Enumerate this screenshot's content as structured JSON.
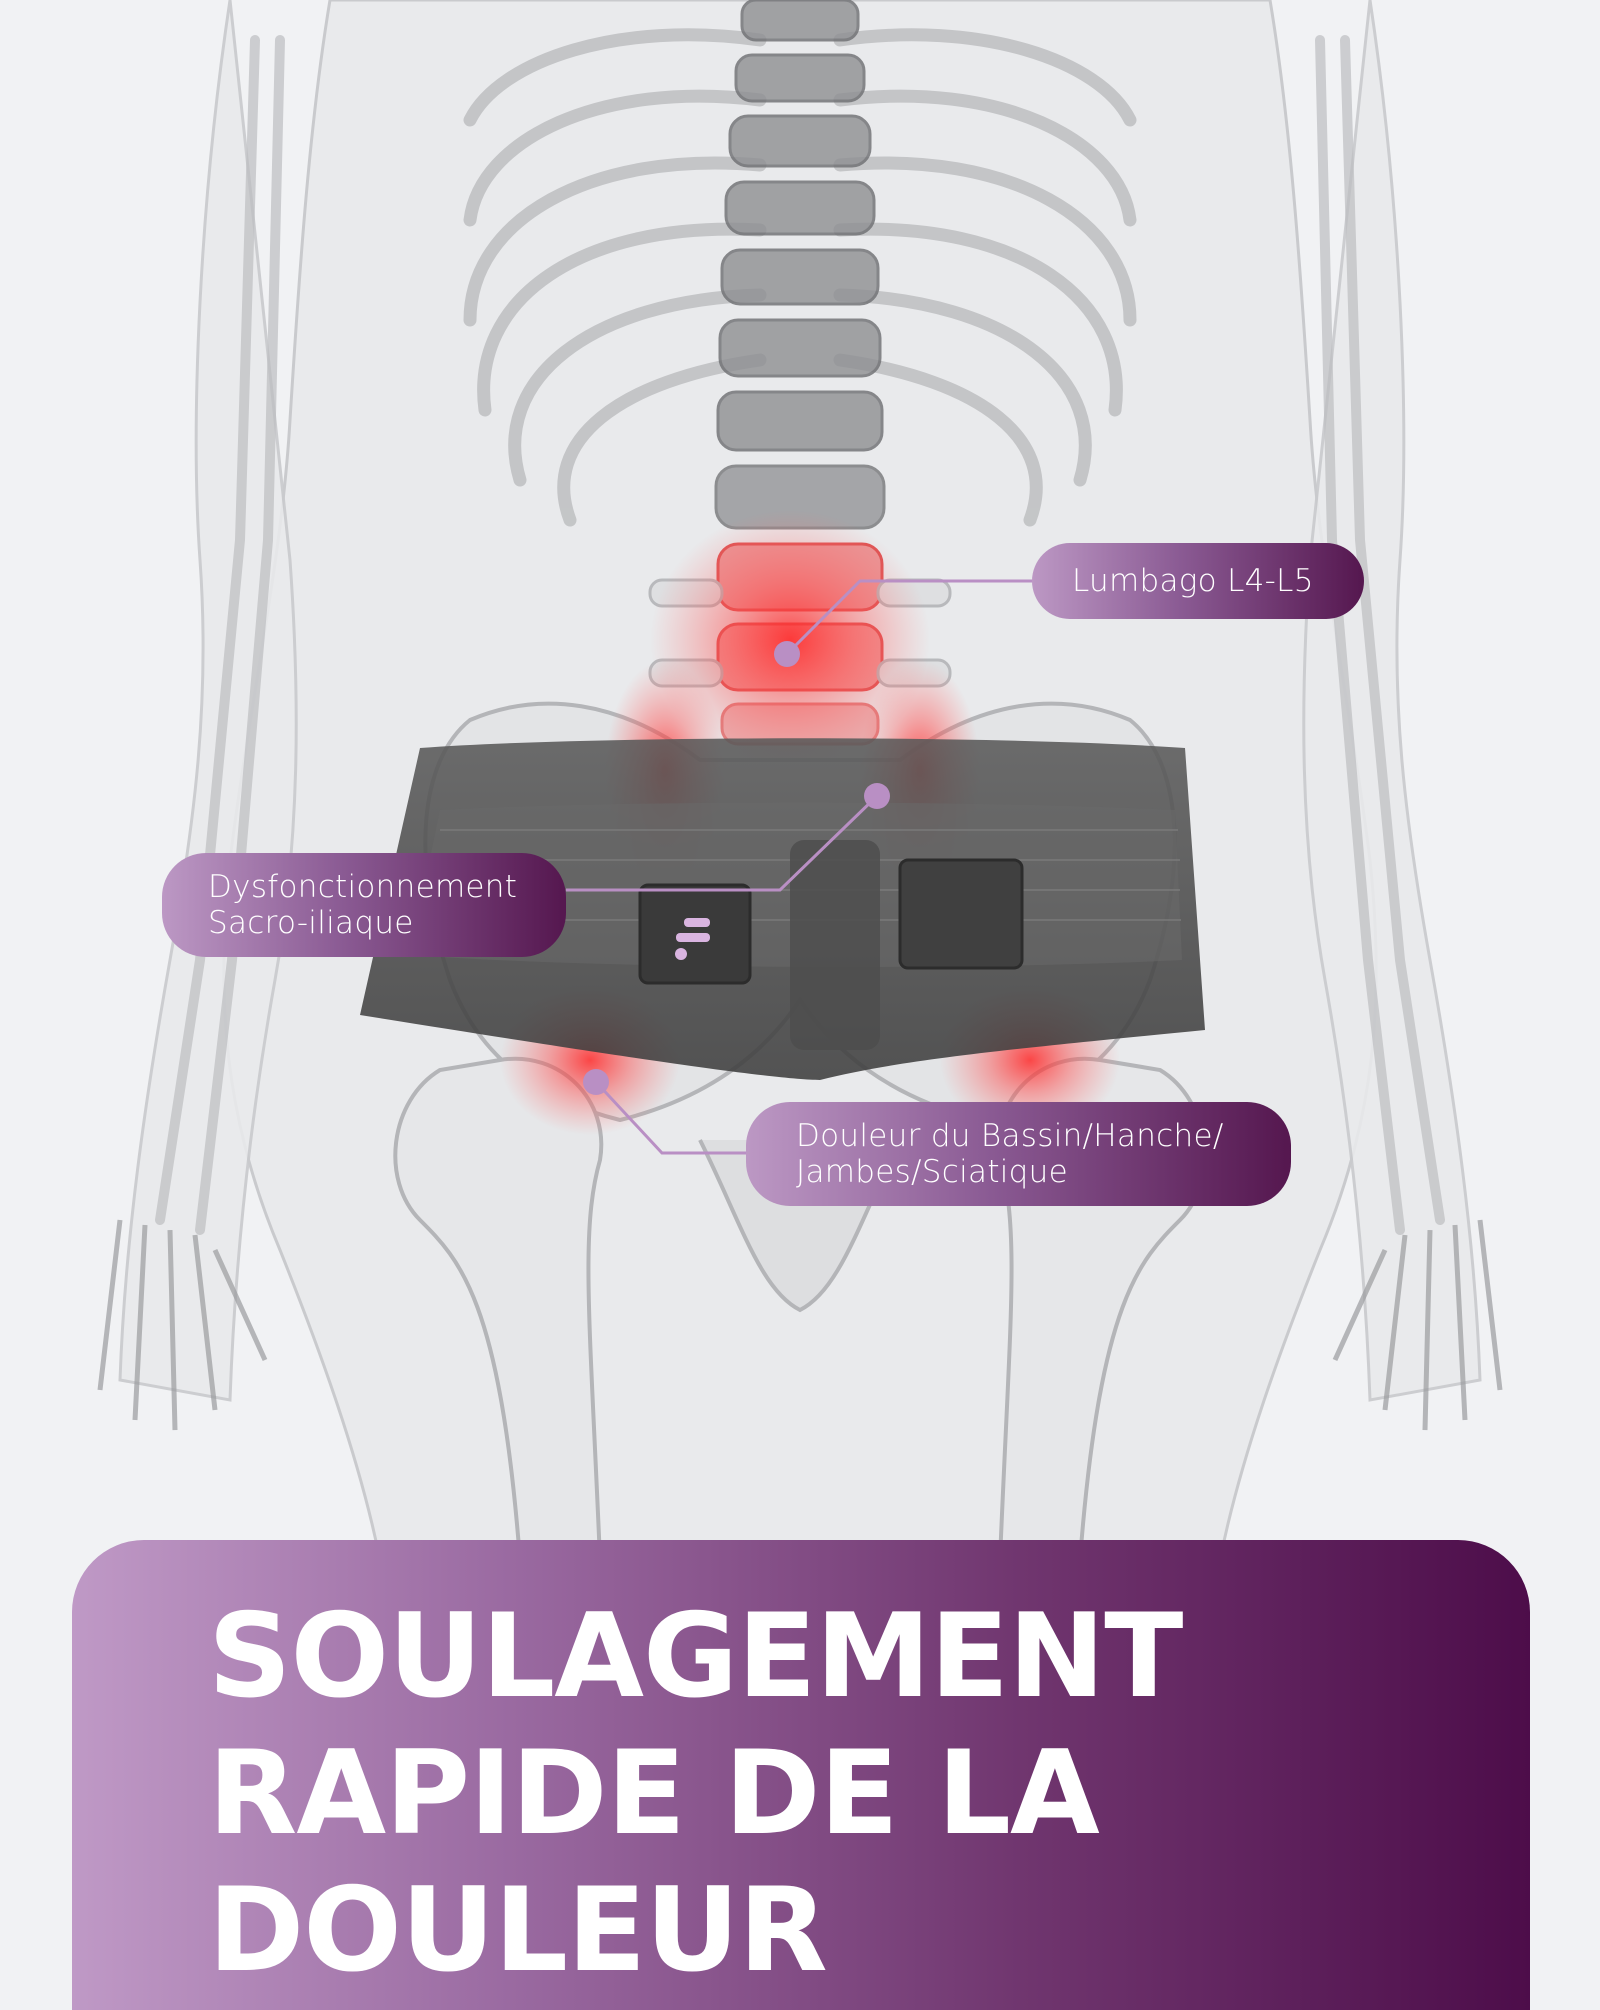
{
  "callouts": {
    "lumbago": {
      "line1": "Lumbago L4-L5"
    },
    "sacro": {
      "line1": "Dysfonctionnement",
      "line2": "Sacro-iliaque"
    },
    "bassin": {
      "line1": "Douleur du Bassin/Hanche/",
      "line2": "Jambes/Sciatique"
    }
  },
  "headline": {
    "line1": "SOULAGEMENT",
    "line2": "RAPIDE DE LA",
    "line3": "DOULEUR"
  },
  "colors": {
    "background": "#f1f2f4",
    "gradient_light": "#bf99c6",
    "gradient_dark": "#4d0d4a",
    "pain_red": "#ff2a2a",
    "marker": "#b98fc4",
    "belt": "#4a4a4a"
  },
  "icons": {
    "brand_logo": "brand-logo-icon"
  }
}
